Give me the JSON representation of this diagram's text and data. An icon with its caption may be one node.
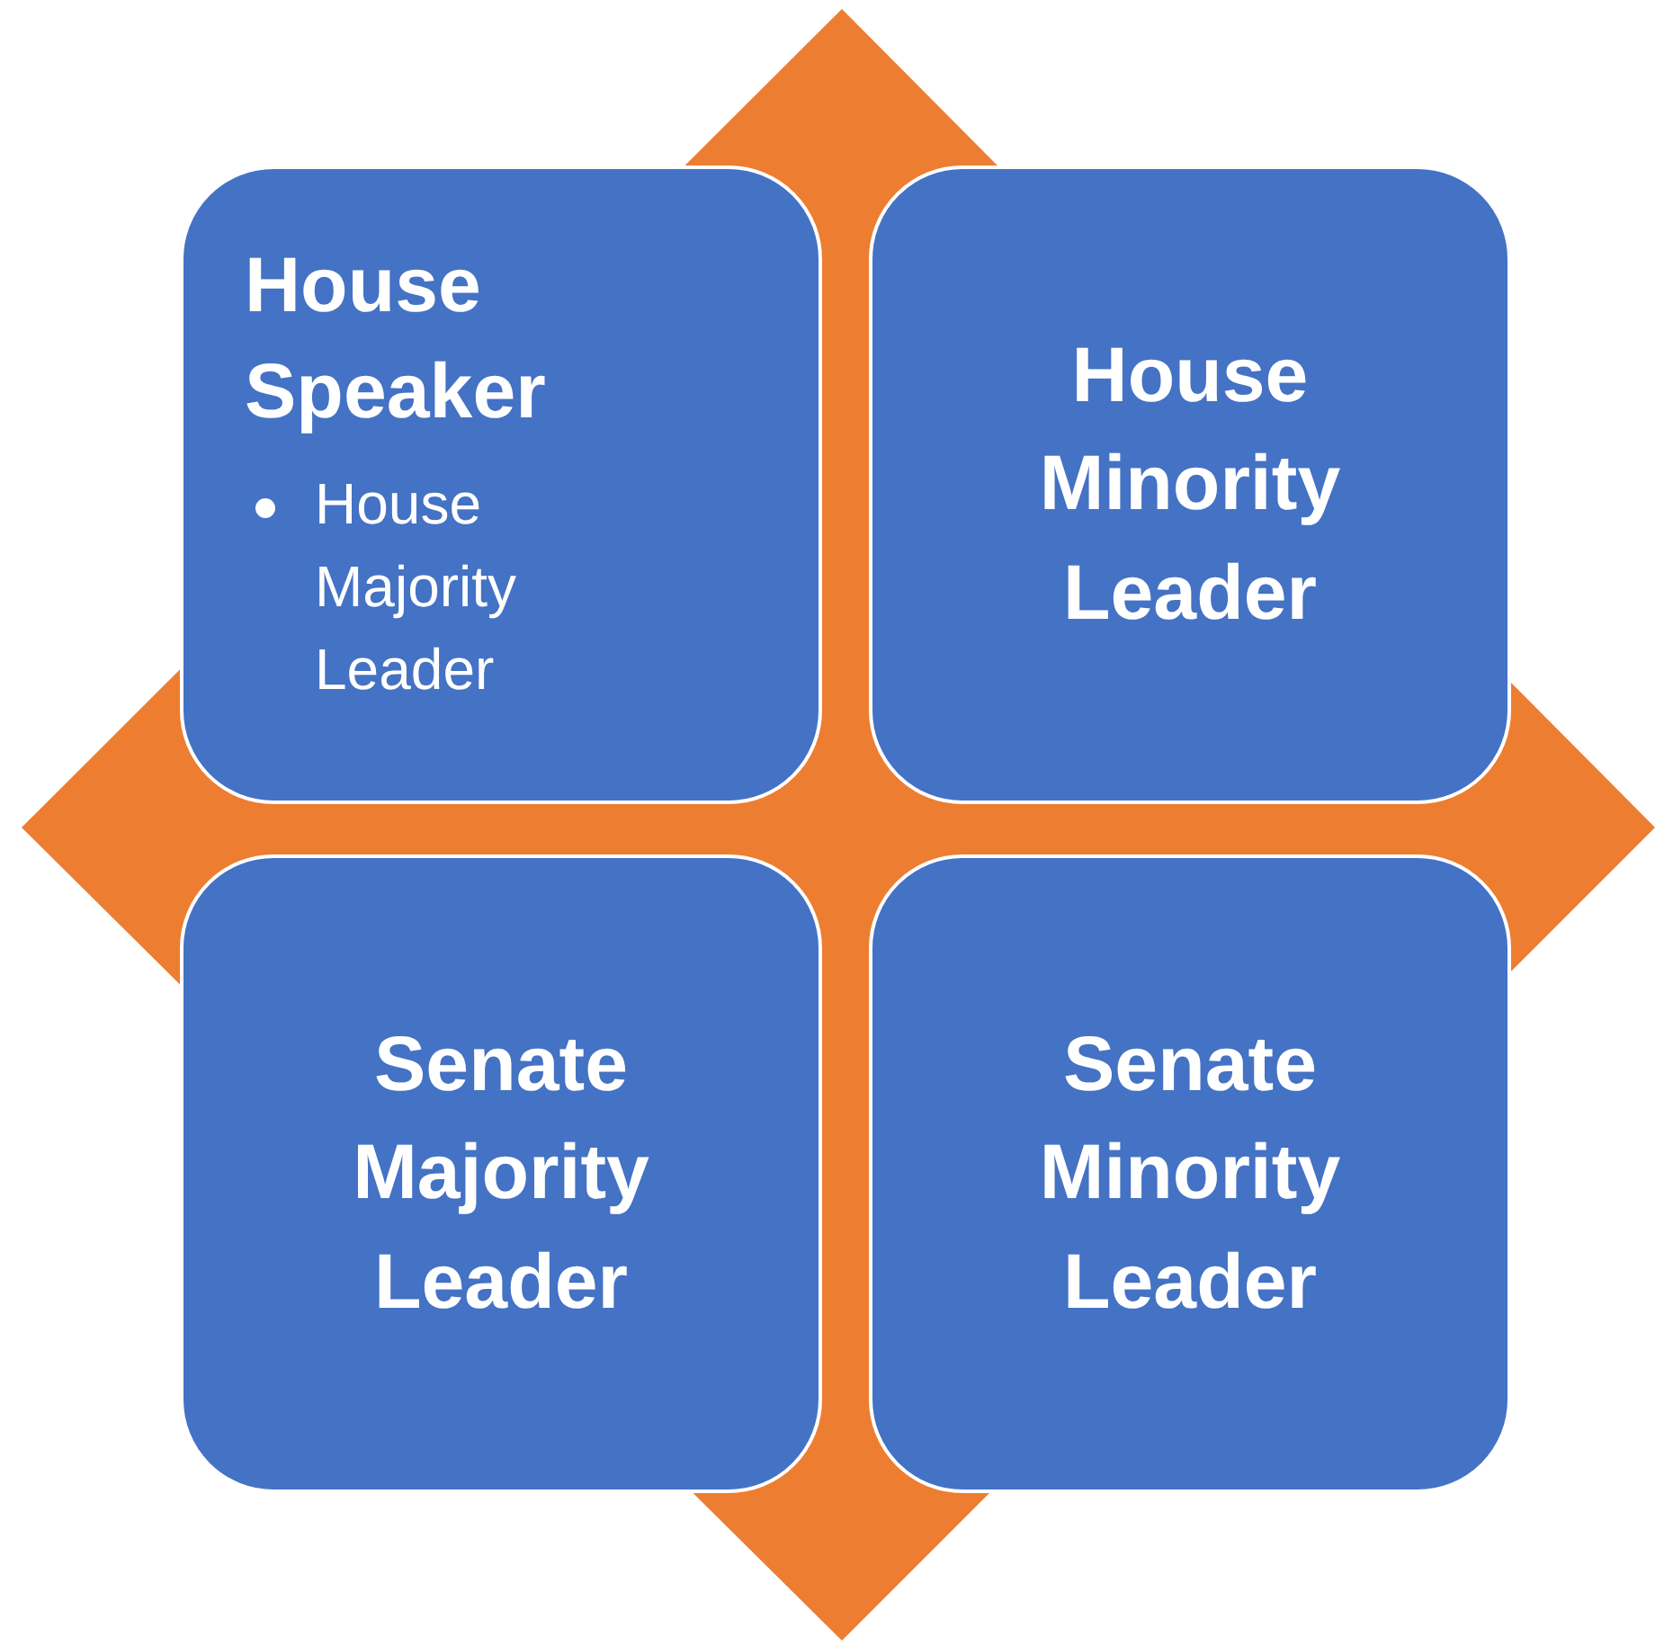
{
  "diagram": {
    "nodes": [
      {
        "text": [
          "House Speaker",
          "House Majority Leader"
        ]
      },
      {
        "text": [
          "House Minority Leader"
        ]
      },
      {
        "text": [
          "Senate Majority Leader"
        ]
      },
      {
        "text": [
          "Senate Minority Leader"
        ]
      }
    ]
  }
}
